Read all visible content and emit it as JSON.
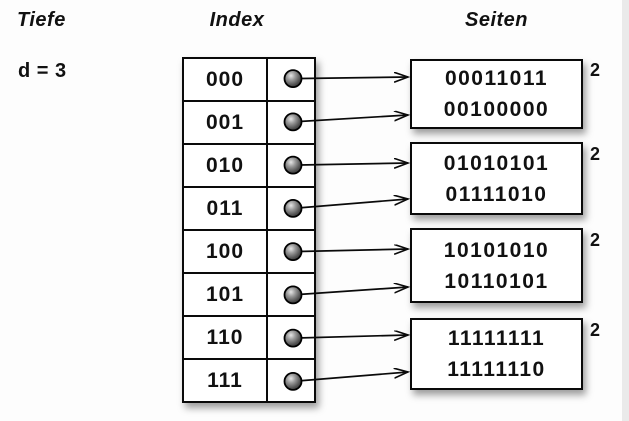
{
  "labels": {
    "depth_title": "Tiefe",
    "depth_value": "d = 3",
    "index_title": "Index",
    "pages_title": "Seiten"
  },
  "index_table": {
    "rows": [
      {
        "label": "000",
        "points_to_page": 0
      },
      {
        "label": "001",
        "points_to_page": 0
      },
      {
        "label": "010",
        "points_to_page": 1
      },
      {
        "label": "011",
        "points_to_page": 1
      },
      {
        "label": "100",
        "points_to_page": 2
      },
      {
        "label": "101",
        "points_to_page": 2
      },
      {
        "label": "110",
        "points_to_page": 3
      },
      {
        "label": "111",
        "points_to_page": 3
      }
    ]
  },
  "pages": [
    {
      "local_depth": "2",
      "entries": [
        "00011011",
        "00100000"
      ]
    },
    {
      "local_depth": "2",
      "entries": [
        "01010101",
        "01111010"
      ]
    },
    {
      "local_depth": "2",
      "entries": [
        "10101010",
        "10110101"
      ]
    },
    {
      "local_depth": "2",
      "entries": [
        "11111111",
        "11111110"
      ]
    }
  ],
  "colors": {
    "background": "#fdfdfd",
    "line": "#0a0a0a",
    "edge_strip": "#eaeaea",
    "dot_fill": "#8a8a8a"
  }
}
